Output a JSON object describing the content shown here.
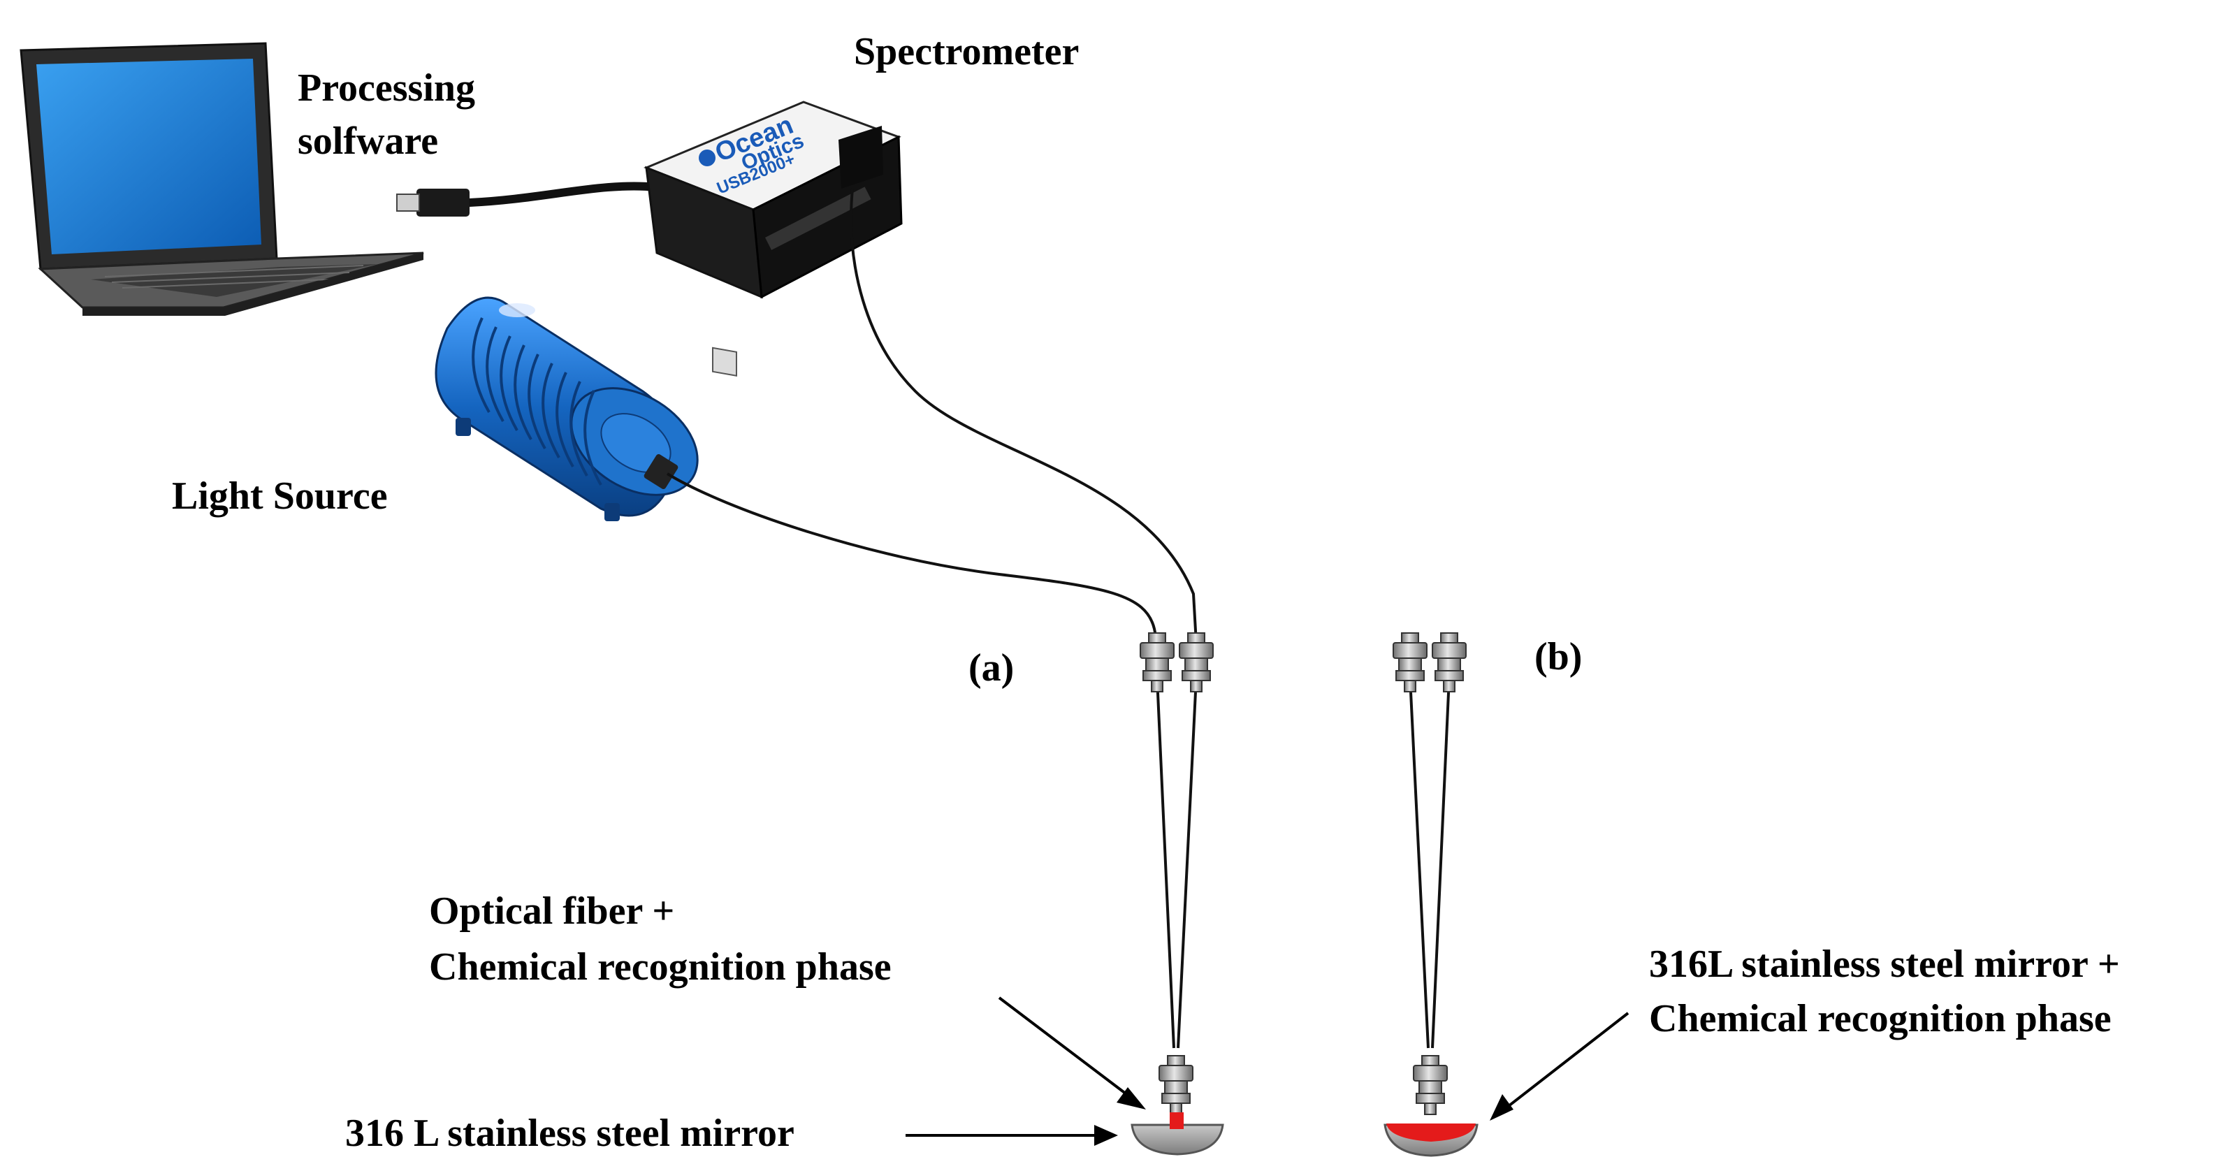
{
  "labels": {
    "spectrometer": "Spectrometer",
    "processing_line1": "Processing",
    "processing_line2": "solfware",
    "light_source": "Light Source",
    "panel_a": "(a)",
    "panel_b": "(b)",
    "optical_fiber_line1": "Optical fiber +",
    "optical_fiber_line2": "Chemical recognition phase",
    "mirror_a": "316 L stainless steel mirror",
    "mirror_b_line1": "316L stainless steel mirror +",
    "mirror_b_line2": "Chemical recognition phase"
  },
  "device_logo": {
    "brand_line1": "Ocean",
    "brand_line2": "Optics",
    "model": "USB2000+"
  },
  "colors": {
    "laptop_screen": "#1e7fd6",
    "light_source_body": "#1565c0",
    "recognition_phase": "#e41b1b",
    "mirror": "#9e9e9e",
    "fiber": "#111111"
  },
  "icons": [
    "laptop-icon",
    "spectrometer-icon",
    "light-source-icon",
    "fiber-connector-icon",
    "mirror-icon",
    "usb-plug-icon"
  ]
}
